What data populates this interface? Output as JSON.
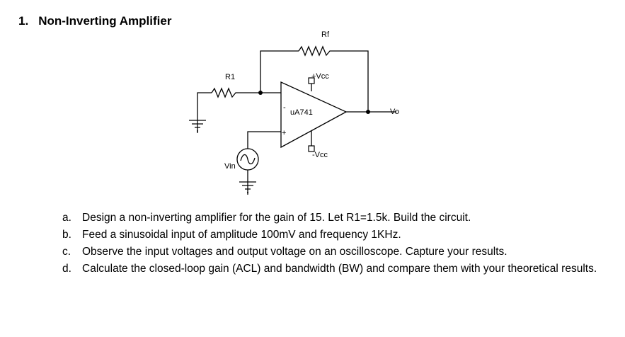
{
  "heading": {
    "number": "1.",
    "title": "Non-Inverting Amplifier"
  },
  "circuit": {
    "rf_label": "Rf",
    "r1_label": "R1",
    "vcc_pos_label": "+Vcc",
    "vcc_neg_label": "-Vcc",
    "opamp_label": "uA741",
    "output_label": "Vo",
    "input_label": "Vin",
    "minus_sign": "-",
    "plus_sign": "+"
  },
  "tasks": [
    {
      "marker": "a.",
      "text": "Design a non-inverting amplifier for the gain of 15. Let R1=1.5k. Build the circuit."
    },
    {
      "marker": "b.",
      "text": "Feed a sinusoidal input of amplitude 100mV and frequency 1KHz."
    },
    {
      "marker": "c.",
      "text": "Observe the input voltages and output voltage on an oscilloscope. Capture your results."
    },
    {
      "marker": "d.",
      "text": "Calculate the closed-loop gain (ACL) and bandwidth (BW) and compare them with your theoretical results."
    }
  ]
}
